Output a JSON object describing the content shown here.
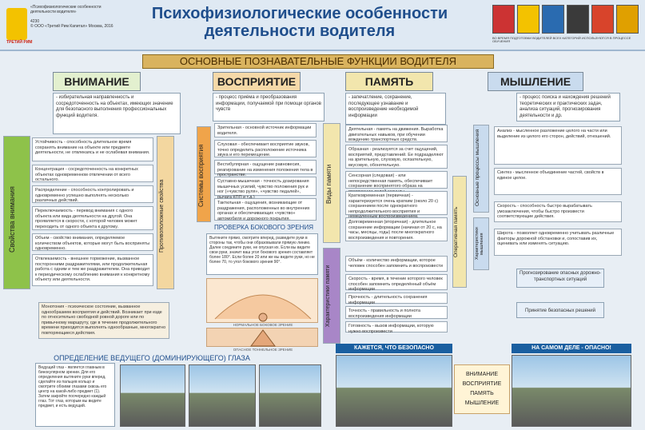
{
  "header": {
    "publisher_badge": "ТРЕТИЙ РИМ",
    "logo_text": "«Психофизиологические особенности деятельности водителя»",
    "logo_code": "4230",
    "logo_copyright": "© ООО «Третий Рим Капитал» Москва, 2016",
    "title_line1": "Психофизиологические особенности",
    "title_line2": "деятельности водителя",
    "books_note": "ВО ВРЕМЯ ПОДГОТОВКИ ВОДИТЕЛЕЙ ВСЕХ КАТЕГОРИЙ ИСПОЛЬЗУЮТСЯ В ПРОЦЕССЕ ОБУЧЕНИЯ"
  },
  "banner": "ОСНОВНЫЕ ПОЗНАВАТЕЛЬНЫЕ ФУНКЦИИ ВОДИТЕЛЯ",
  "columns": {
    "attention": {
      "title": "ВНИМАНИЕ",
      "desc": "- избирательная направленность и сосредоточенность на объектах, имеющих значение для безопасного выполнения профессиональных функций водителя.",
      "side_label": "Свойства внимания",
      "side_label2": "Противоположные свойства",
      "items": [
        "Устойчивость - способность длительное время сохранять внимание на объекте или предмете деятельности, не отвлекаясь и не ослабевая внимания.",
        "Концентрация - сосредоточенность на конкретных объектах одновременном отвлечении от всего остального.",
        "Распределение - способность контролировать и одновременно успешно выполнять несколько различных действий.",
        "Переключаемость - перевод внимания с одного объекта или вида деятельности на другой. Она проявляется в скорости, с которой человек может переходить от одного объекта к другому.",
        "Объем - свойство внимания, определяемое количеством объектов, которые могут быть восприняты одновременно.",
        "Отвлекаемость - внешнее торможение, вызванное посторонними раздражителями, или продолжительная работа с одним и тем же раздражителем. Она приводит к периодическому ослаблению внимания к конкретному объекту или деятельности."
      ],
      "note": "Монотония - психическое состояние, вызванное однообразием восприятия и действий. Возникает при езде по относительно свободной ровной дороге или по привычному маршруту, где в течение продолжительного времени приходится выполнять однообразные, многократно повторяющиеся действия."
    },
    "perception": {
      "title": "ВОСПРИЯТИЕ",
      "desc": "- процесс приёма и преобразования информации, получаемой при помощи органов чувств",
      "side_label": "Системы восприятия",
      "items": [
        "Зрительная - основной источник информации водителя.",
        "Слуховая - обеспечивает восприятие звуков, точно определить расположение источника звука и его перемещение.",
        "Вестибулярная - ощущение равновесия, реагирование на изменения положения тела в пространстве.",
        "Суставно-мышечная - точность дозирования мышечных усилий, чувство положения рук и ног («чувство руля», «чувство педалей», рычага КПП и т.д.)",
        "Тактильная - ощущения, возникающие от раздражения, расположенных во внутренних органах и обеспечивающих «чувство» автомобиля и дорожного покрытия."
      ],
      "eye_title": "ПРОВЕРКА БОКОВОГО ЗРЕНИЯ",
      "eye_text": "Вытяните прямо, смотрите вперед, разведите руки в стороны так, чтобы они образовывали прямую линию. Далее соедините руки, не опуская их. Если вы видите свои руки, значит ваш угол бокового зрения составляет более 180°. Если более 20 или же вы видите руки, но не более 70, то угол бокового зрения 90°.",
      "eye_label1": "НОРМАЛЬНОЕ БОКОВОЕ ЗРЕНИЕ",
      "eye_label2": "ОПАСНОЕ ТОННЕЛЬНОЕ ЗРЕНИЕ"
    },
    "memory": {
      "title": "ПАМЯТЬ",
      "desc": "- запечатление, сохранение, последующее узнавание и воспроизведение необходимой информации",
      "side_label": "Виды памяти",
      "side_label2": "Характеристики памяти",
      "side_label3": "Оперативная память",
      "items": [
        "Деятельная - память на движения. Выработка двигательных навыков, при обучении вождению транспортных средств.",
        "Образная - реализуется за счет ощущений, восприятий, представлений. Ее подразделяют на зрительную, слуховую, осязательную, вкусовую, обонятельную.",
        "Сенсорная (следовая) - или непосредственная память, обеспечивает сохранение воспринятого образа на протяжении долей секунды.",
        "Кратковременная (первичная) - характеризуется очень кратким (около 20 с) сохранением после однократного непродолжительного восприятия и немедленным воспроизведением.",
        "Долговременная (вторичная) - длительное сохранение информации (начиная от 20 с, на часы, месяцы, годы) после многократного воспроизведения и повторения."
      ],
      "chars": [
        "Объём - количество информации, которое человек способен запомнить и воспроизвести",
        "Скорость - время, в течение которого человек способен запомнить определённый объём информации",
        "Прочность - длительность сохранения информации",
        "Точность - правильность и полнота воспроизведения информации",
        "Готовность - вызов информации, которую нужно воспроизвести"
      ]
    },
    "thinking": {
      "title": "МЫШЛЕНИЕ",
      "desc": "- процесс поиска и нахождения решений теоретических и практических задач, анализа ситуаций, прогнозирования деятельности и др.",
      "side_label": "Основные процессы мышления",
      "side_label2": "Характеристики мышления",
      "items": [
        "Анализ - мысленное разложение целого на части или выделение из целого его сторон, действий, отношений.",
        "Синтез - мысленное объединение частей, свойств в единое целое.",
        "Скорость - способность быстро вырабатывать умозаключения, чтобы быстро произвести соответствующие действия.",
        "Широта - позволяет одновременно учитывать различные факторы дорожной обстановки и, сопоставив их, оценивать или изменять ситуацию."
      ],
      "flow1": "Прогнозирование опасных дорожно-транспортных ситуаций",
      "flow2": "Принятие безопасных решений"
    }
  },
  "dominant_eye": {
    "title": "ОПРЕДЕЛЕНИЕ ВЕДУЩЕГО (ДОМИНИРУЮЩЕГО) ГЛАЗА",
    "text": "Ведущий глаз - является главным в бинокулярном зрении. Для его определения вытяните руки вперед, сделайте из пальцев кольцо и смотрите обоими глазами сквозь его центр на какой-либо предмет (1). Затем закройте поочередно каждый глаз. Тот глаз, которым вы видите предмет, и есть ведущий."
  },
  "bottom": {
    "safe_caption": "КАЖЕТСЯ, ЧТО БЕЗОПАСНО",
    "danger_caption": "НА САМОМ ДЕЛЕ - ОПАСНО!",
    "center_words": [
      "ВНИМАНИЕ",
      "ВОСПРИЯТИЕ",
      "ПАМЯТЬ",
      "МЫШЛЕНИЕ"
    ]
  },
  "colors": {
    "accent": "#1f4e8c",
    "banner": "#d9b35e",
    "green": "#8ec24a",
    "orange": "#f0a44a",
    "purple": "#a886c7",
    "blue": "#c9dbee"
  }
}
